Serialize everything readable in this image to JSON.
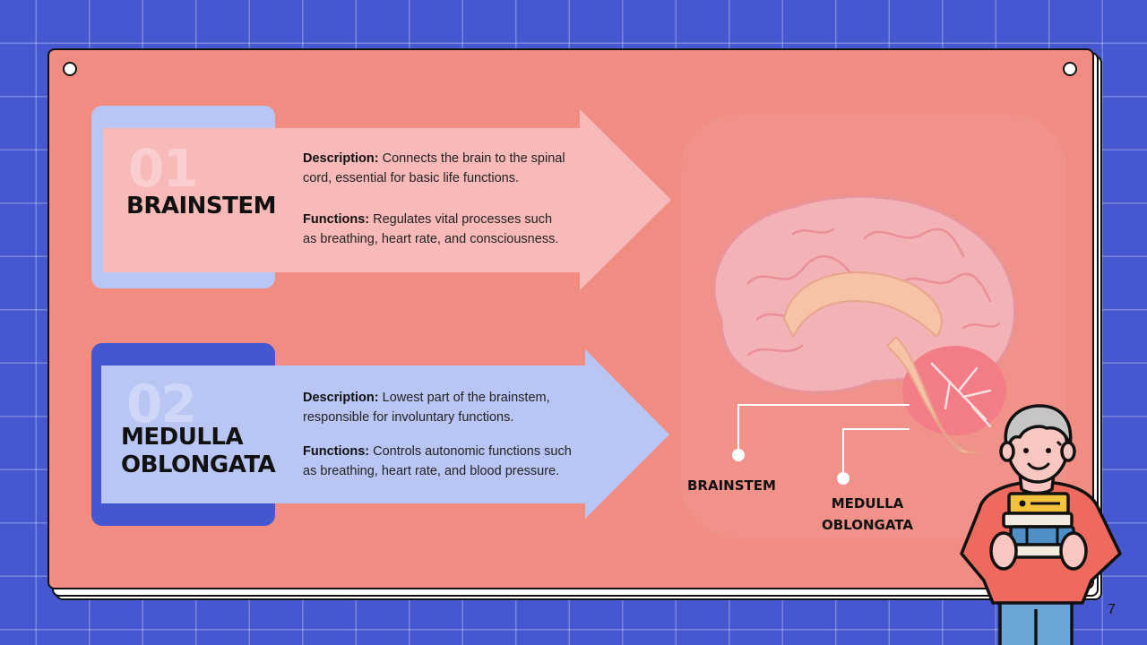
{
  "items": [
    {
      "number": "01",
      "title": "BRAINSTEM",
      "description_label": "Description:",
      "description_line1": "Connects the brain to the spinal",
      "description_line2": "cord, essential for basic life functions.",
      "functions_label": "Functions:",
      "functions_line1": "Regulates vital processes such",
      "functions_line2": "as breathing, heart rate, and consciousness."
    },
    {
      "number": "02",
      "title_line1": "MEDULLA",
      "title_line2": "OBLONGATA",
      "description_label": "Description:",
      "description_line1": "Lowest part of the brainstem,",
      "description_line2": "responsible for involuntary functions.",
      "functions_label": "Functions:",
      "functions_line1": "Controls autonomic functions such",
      "functions_line2": "as breathing, heart rate, and blood pressure."
    }
  ],
  "diagram": {
    "label_brainstem": "BRAINSTEM",
    "label_medulla_line1": "MEDULLA",
    "label_medulla_line2": "OBLONGATA"
  },
  "page_number": "7",
  "colors": {
    "background": "#4558cf",
    "board": "#f08c82",
    "card1_back": "#b9c6f4",
    "card1_arrow": "#f8b9b9",
    "card2_back": "#4457cf",
    "card2_arrow": "#b9c6f4"
  }
}
